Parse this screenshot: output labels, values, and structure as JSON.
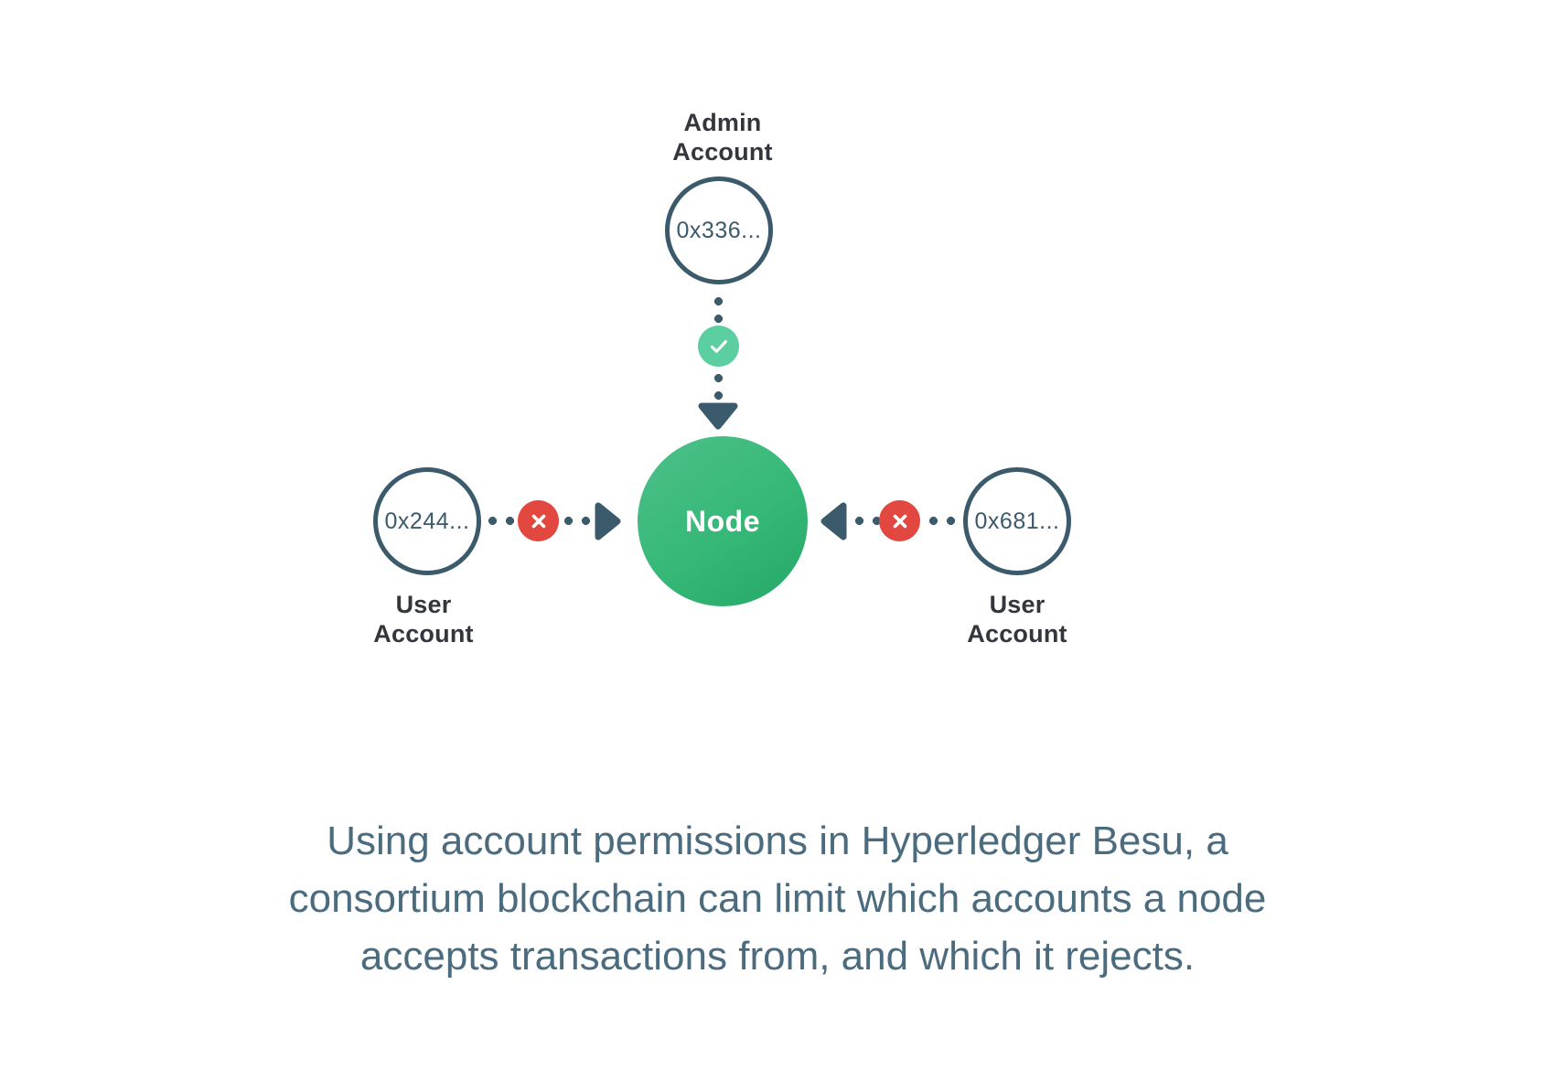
{
  "diagram": {
    "type": "permissioned-blockchain-node-diagram",
    "central_node": {
      "label": "Node",
      "color": "#2eb872"
    },
    "accounts": [
      {
        "id": "admin",
        "title": "Admin\nAccount",
        "address": "0x336...",
        "status": "allowed",
        "status_icon": "check-icon",
        "status_color": "#5ccfa0",
        "position": "top",
        "arrow_direction": "down"
      },
      {
        "id": "user-left",
        "title": "User\nAccount",
        "address": "0x244...",
        "status": "rejected",
        "status_icon": "x-icon",
        "status_color": "#e2483f",
        "position": "left",
        "arrow_direction": "right"
      },
      {
        "id": "user-right",
        "title": "User\nAccount",
        "address": "0x681...",
        "status": "rejected",
        "status_icon": "x-icon",
        "status_color": "#e2483f",
        "position": "right",
        "arrow_direction": "left"
      }
    ],
    "outline_color": "#3b5a6b",
    "connector_style": "dotted"
  },
  "caption": {
    "text": "Using account permissions in Hyperledger Besu, a consortium blockchain can limit which accounts a node accepts transactions from, and which it rejects.",
    "color": "#4b6b7e"
  }
}
